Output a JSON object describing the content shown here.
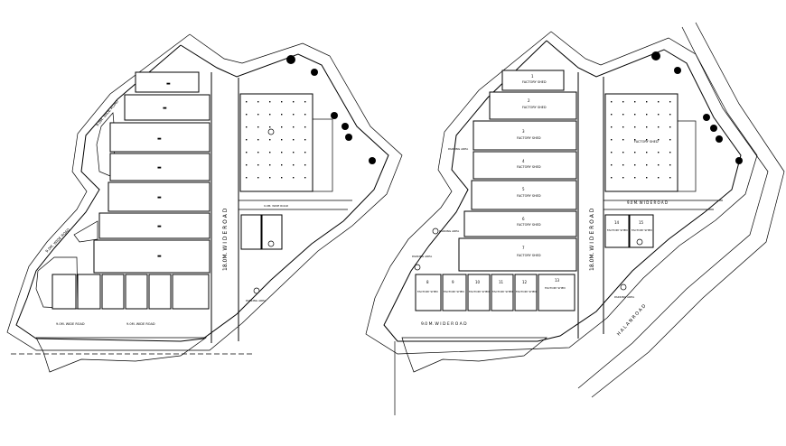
{
  "plans": [
    {
      "id": "left",
      "road_main": "18.0M.  W I D E   R O A D",
      "road_side_top": "9.0M. WIDE ROAD",
      "road_side_left": "9.0M. WIDE ROAD",
      "road_bottom_a": "9.0M. WIDE ROAD",
      "road_bottom_b": "9.0M. WIDE ROAD",
      "road_inner": "9.0M. WIDE ROAD",
      "parking_label": "PARKING AREA"
    },
    {
      "id": "right",
      "road_main": "18.0M.  W I D E   R O A D",
      "road_inner": "9.0 M.  W I D E R O A D",
      "road_bottom": "9.0 M.  W I D E R O A D",
      "road_diag": "H A L A N   R O A D",
      "parking_label": "PARKING AREA",
      "factory_label": "FACTORY SHED",
      "unit_numbers": [
        "1",
        "2",
        "3",
        "4",
        "5",
        "6",
        "7",
        "8",
        "9",
        "10",
        "11",
        "12",
        "13",
        "14",
        "15"
      ]
    }
  ]
}
